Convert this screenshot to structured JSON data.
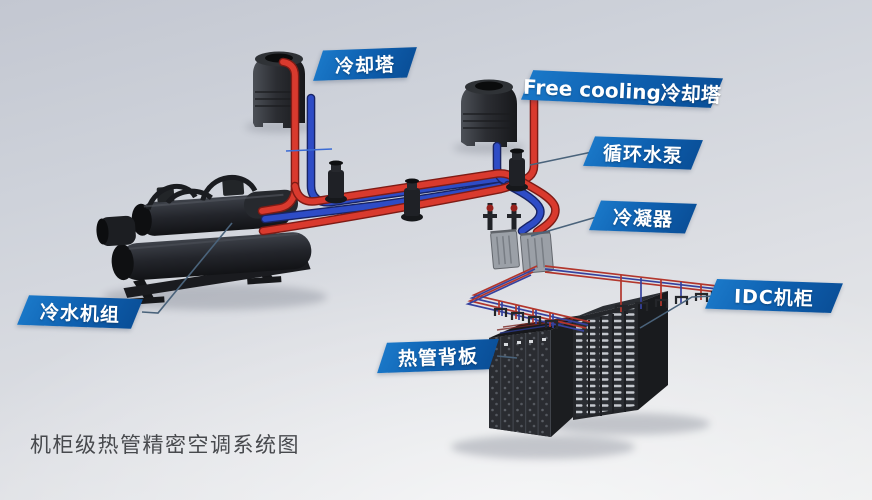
{
  "title": {
    "text": "机柜级热管精密空调系统图"
  },
  "callouts": {
    "cooling_tower": {
      "label": "冷却塔"
    },
    "free_cooling_tower": {
      "label": "Free cooling冷却塔"
    },
    "circulating_pump": {
      "label": "循环水泵"
    },
    "condenser": {
      "label": "冷凝器"
    },
    "idc_cabinet": {
      "label": "IDC机柜"
    },
    "heat_pipe_backplane": {
      "label": "热管背板"
    },
    "chiller_unit": {
      "label": "冷水机组"
    }
  },
  "colors": {
    "callout_blue": "#0e60b0",
    "pipe_red": "#d93a2e",
    "pipe_blue": "#2e4cc6",
    "equipment_dark": "#26282c",
    "background_top": "#c3c7d1",
    "background_bottom": "#ecedee",
    "title_text": "#47494d"
  }
}
